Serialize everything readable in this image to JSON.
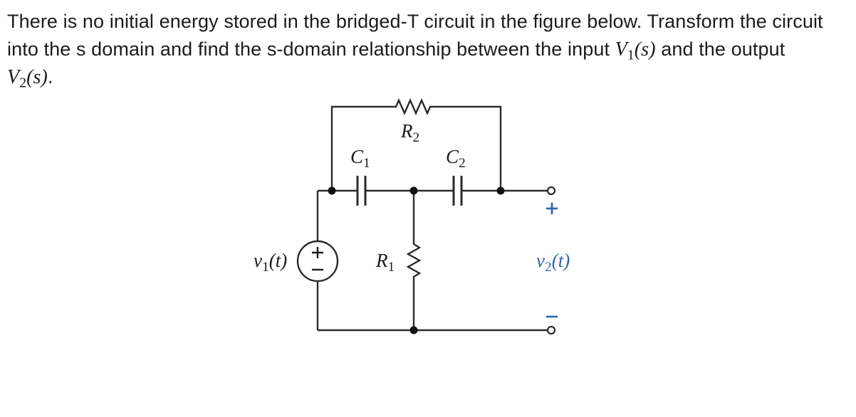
{
  "problem": {
    "line1": "There is no initial energy stored in the bridged-T circuit in the figure below. Transform the circuit",
    "line2_before": "into the s domain and find the s-domain relationship between the input",
    "input_var": {
      "base": "V",
      "sub": "1",
      "arg": "(s)"
    },
    "line2_after": "and the output",
    "output_var": {
      "base": "V",
      "sub": "2",
      "arg": "(s)"
    },
    "terminator": "."
  },
  "circuit": {
    "source": {
      "base": "v",
      "sub": "1",
      "arg": "(t)",
      "plus": "+",
      "minus": "−"
    },
    "resistors": {
      "r1": {
        "base": "R",
        "sub": "1"
      },
      "r2": {
        "base": "R",
        "sub": "2"
      }
    },
    "capacitors": {
      "c1": {
        "base": "C",
        "sub": "1"
      },
      "c2": {
        "base": "C",
        "sub": "2"
      }
    },
    "output": {
      "base": "v",
      "sub": "2",
      "arg": "(t)",
      "plus": "+",
      "minus": "−"
    }
  },
  "colors": {
    "background": "#ffffff",
    "wire": "#2b2b2b",
    "node": "#111111",
    "text": "#1b1b1b",
    "accent_blue": "#2d66ad"
  }
}
